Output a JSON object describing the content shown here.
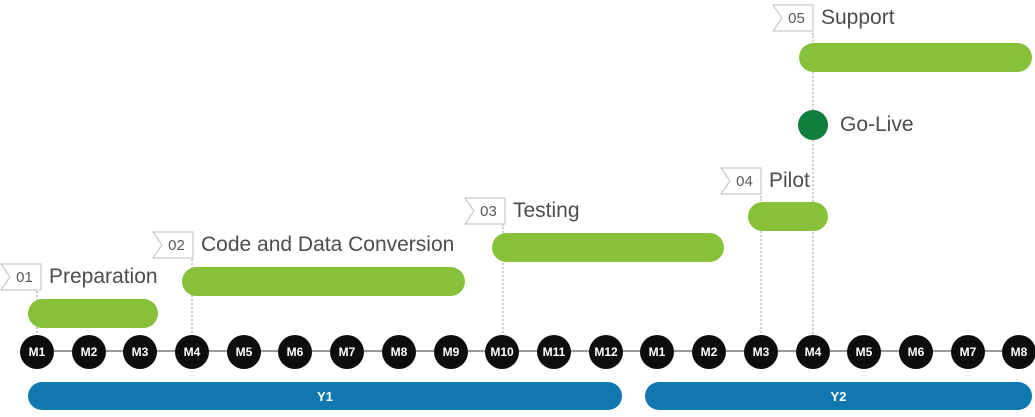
{
  "colors": {
    "bar_green": "#87c139",
    "milestone_green": "#117e3e",
    "year_blue": "#1078ae",
    "month_black": "#0d0d0d",
    "axis_gray": "#9b9b9b",
    "dash_gray": "#cfcfcf",
    "badge_border": "#c9c9c9",
    "num_text": "#595959",
    "label_text": "#4d4d4d"
  },
  "phases": [
    {
      "number": "01",
      "label": "Preparation"
    },
    {
      "number": "02",
      "label": "Code and Data Conversion"
    },
    {
      "number": "03",
      "label": "Testing"
    },
    {
      "number": "04",
      "label": "Pilot"
    },
    {
      "number": "05",
      "label": "Support"
    }
  ],
  "milestone": {
    "label": "Go-Live"
  },
  "axis": {
    "months": [
      "M1",
      "M2",
      "M3",
      "M4",
      "M5",
      "M6",
      "M7",
      "M8",
      "M9",
      "M10",
      "M11",
      "M12",
      "M1",
      "M2",
      "M3",
      "M4",
      "M5",
      "M6",
      "M7",
      "M8"
    ],
    "years": [
      "Y1",
      "Y2"
    ]
  }
}
